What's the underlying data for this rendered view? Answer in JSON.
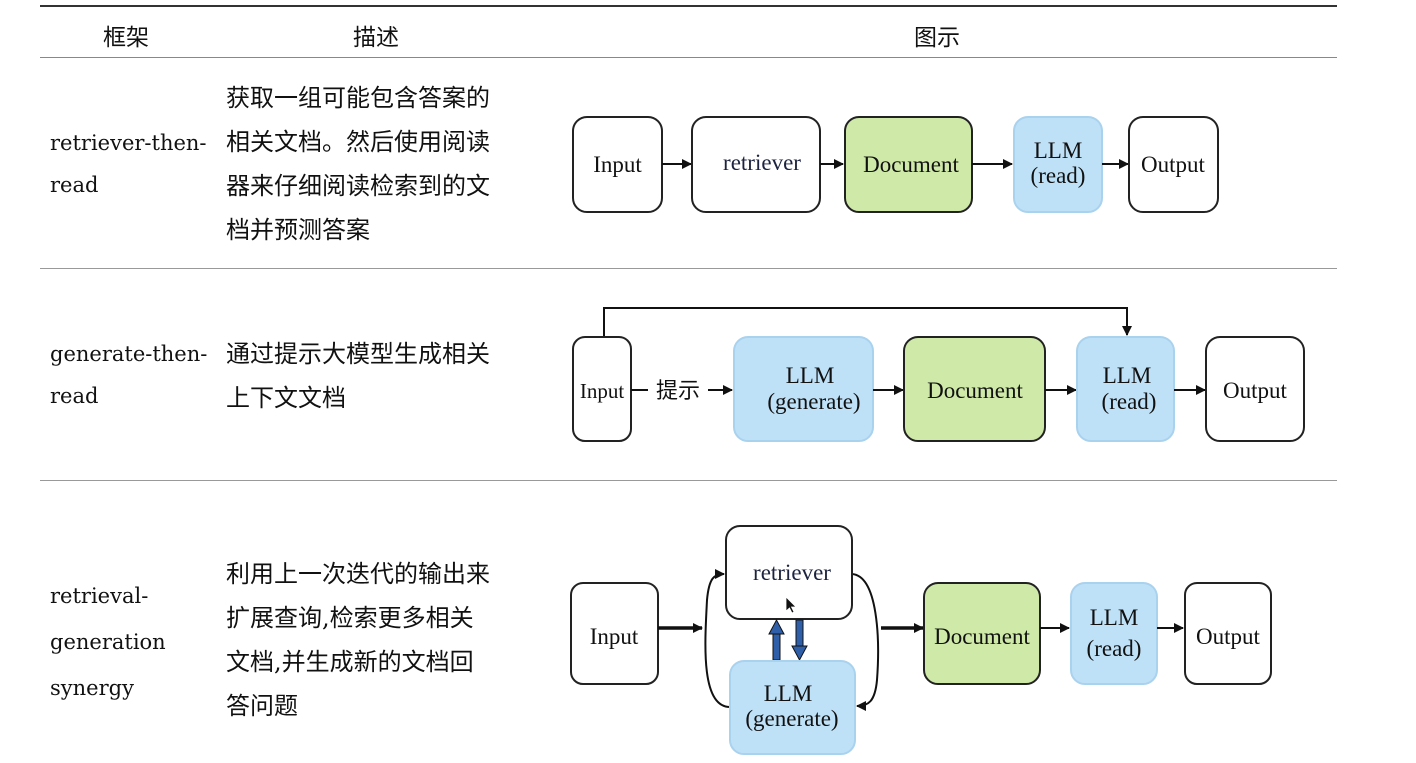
{
  "header": {
    "col_framework": "框架",
    "col_description": "描述",
    "col_diagram": "图示"
  },
  "rows": [
    {
      "framework_lines": [
        "retriever-then-",
        "read"
      ],
      "description_lines": [
        "获取一组可能包含答案的",
        "相关文档。然后使用阅读",
        "器来仔细阅读检索到的文",
        "档并预测答案"
      ],
      "nodes": {
        "input": "Input",
        "retriever": "retriever",
        "document": "Document",
        "llm_read_1": "LLM",
        "llm_read_2": "(read)",
        "output": "Output"
      }
    },
    {
      "framework_lines": [
        "generate-then-",
        "read"
      ],
      "description_lines": [
        "通过提示大模型生成相关",
        "上下文文档"
      ],
      "edge_label": "提示",
      "nodes": {
        "input": "Input",
        "llm_gen_1": "LLM",
        "llm_gen_2": "(generate)",
        "document": "Document",
        "llm_read_1": "LLM",
        "llm_read_2": "(read)",
        "output": "Output"
      }
    },
    {
      "framework_lines": [
        "retrieval-",
        "generation",
        "synergy"
      ],
      "description_lines": [
        "利用上一次迭代的输出来",
        "扩展查询,检索更多相关",
        "文档,并生成新的文档回",
        "答问题"
      ],
      "nodes": {
        "input": "Input",
        "retriever": "retriever",
        "llm_gen_1": "LLM",
        "llm_gen_2": "(generate)",
        "document": "Document",
        "llm_read_1": "LLM",
        "llm_read_2": "(read)",
        "output": "Output"
      }
    }
  ],
  "colors": {
    "document_fill": "#cfeaa8",
    "llm_fill": "#bfe1f7",
    "llm_stroke": "#a9d2ee",
    "plain_fill": "#ffffff",
    "sync_arrow": "#2f5fa8"
  }
}
